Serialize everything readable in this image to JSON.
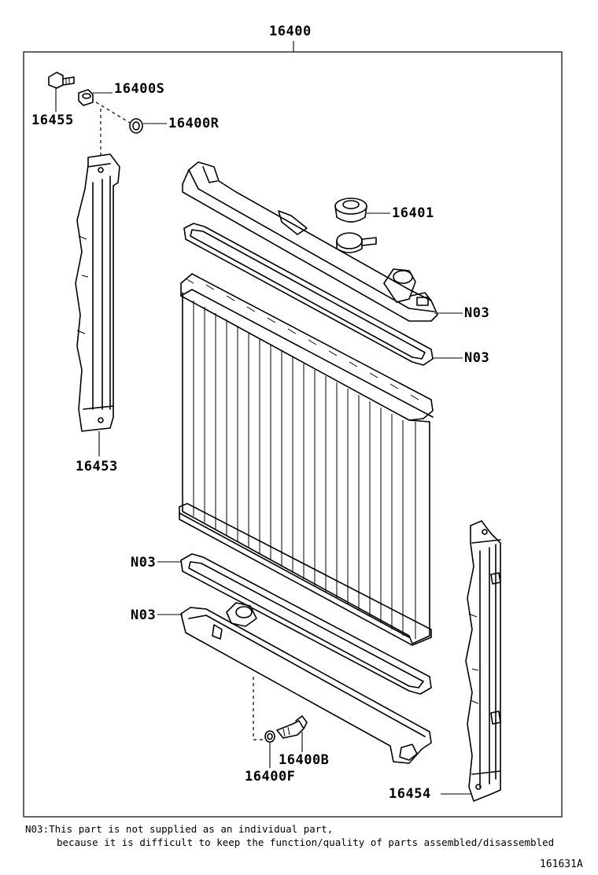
{
  "diagram": {
    "assembly_label": "16400",
    "parts": {
      "p16455": "16455",
      "p16400S": "16400S",
      "p16400R": "16400R",
      "p16401": "16401",
      "n03_upper_tank": "N03",
      "n03_upper_gasket": "N03",
      "p16453": "16453",
      "n03_lower_gasket": "N03",
      "n03_lower_tank": "N03",
      "p16400B": "16400B",
      "p16400F": "16400F",
      "p16454": "16454"
    }
  },
  "footnote": {
    "line1": "N03:This part is not supplied as an individual part,",
    "line2": "because it is difficult to keep the function/quality of parts assembled/disassembled"
  },
  "drawing_id": "161631A"
}
